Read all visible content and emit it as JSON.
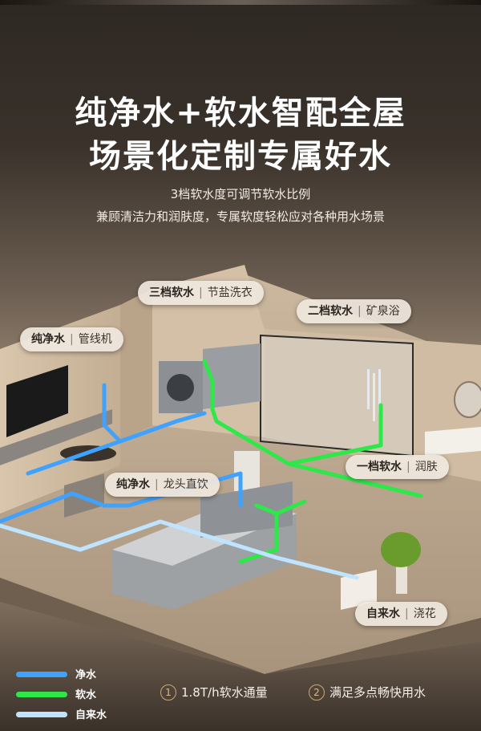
{
  "title_line1": "纯净水+软水智配全屋",
  "title_line2": "场景化定制专属好水",
  "subtitle_line1": "3档软水度可调节软水比例",
  "subtitle_line2": "兼顾清洁力和润肤度，专属软度轻松应对各种用水场景",
  "tags": [
    {
      "name": "三档软水",
      "desc": "节盐洗衣"
    },
    {
      "name": "二档软水",
      "desc": "矿泉浴"
    },
    {
      "name": "纯净水",
      "desc": "管线机"
    },
    {
      "name": "一档软水",
      "desc": "润肤"
    },
    {
      "name": "纯净水",
      "desc": "龙头直饮"
    },
    {
      "name": "自来水",
      "desc": "浇花"
    }
  ],
  "separator": "|",
  "legend": [
    {
      "label": "净水",
      "color": "#3fa2ff"
    },
    {
      "label": "软水",
      "color": "#2ee84a"
    },
    {
      "label": "自来水",
      "color": "#bfe4ff"
    }
  ],
  "features": [
    {
      "num": "1",
      "text": "1.8T/h软水通量"
    },
    {
      "num": "2",
      "text": "满足多点畅快用水"
    }
  ]
}
